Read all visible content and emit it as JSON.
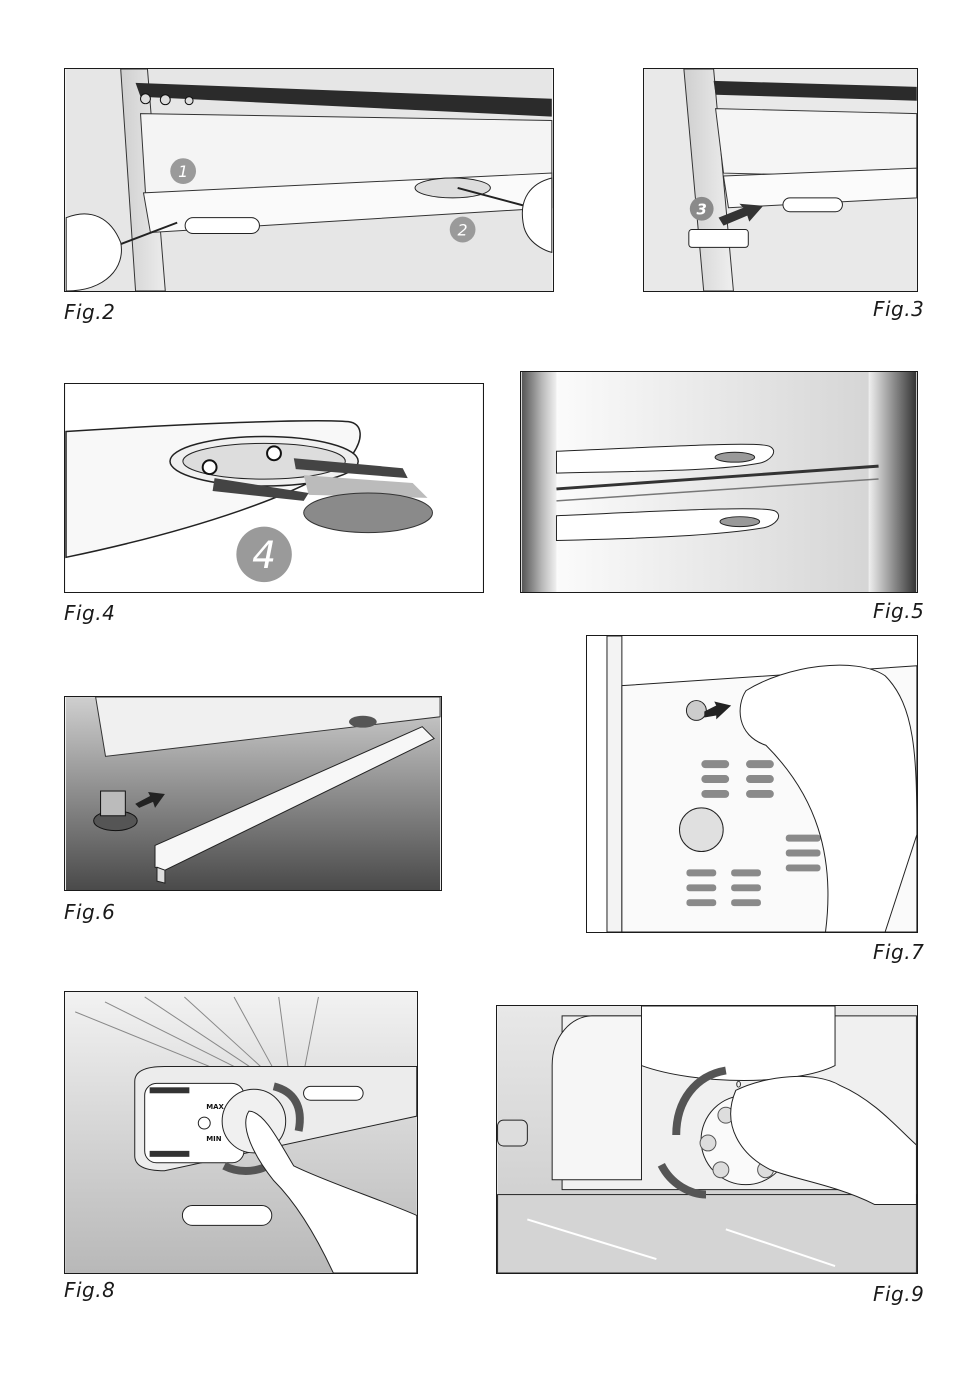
{
  "figures": [
    {
      "id": "fig2",
      "caption": "Fig.2",
      "steps": [
        "1",
        "2"
      ]
    },
    {
      "id": "fig3",
      "caption": "Fig.3",
      "steps": [
        "3"
      ]
    },
    {
      "id": "fig4",
      "caption": "Fig.4",
      "steps": [
        "4"
      ]
    },
    {
      "id": "fig5",
      "caption": "Fig.5"
    },
    {
      "id": "fig6",
      "caption": "Fig.6"
    },
    {
      "id": "fig7",
      "caption": "Fig.7"
    },
    {
      "id": "fig8",
      "caption": "Fig.8",
      "dial_labels": [
        "MAX",
        "MIN"
      ]
    },
    {
      "id": "fig9",
      "caption": "Fig.9",
      "dial_labels": [
        "0"
      ]
    }
  ]
}
